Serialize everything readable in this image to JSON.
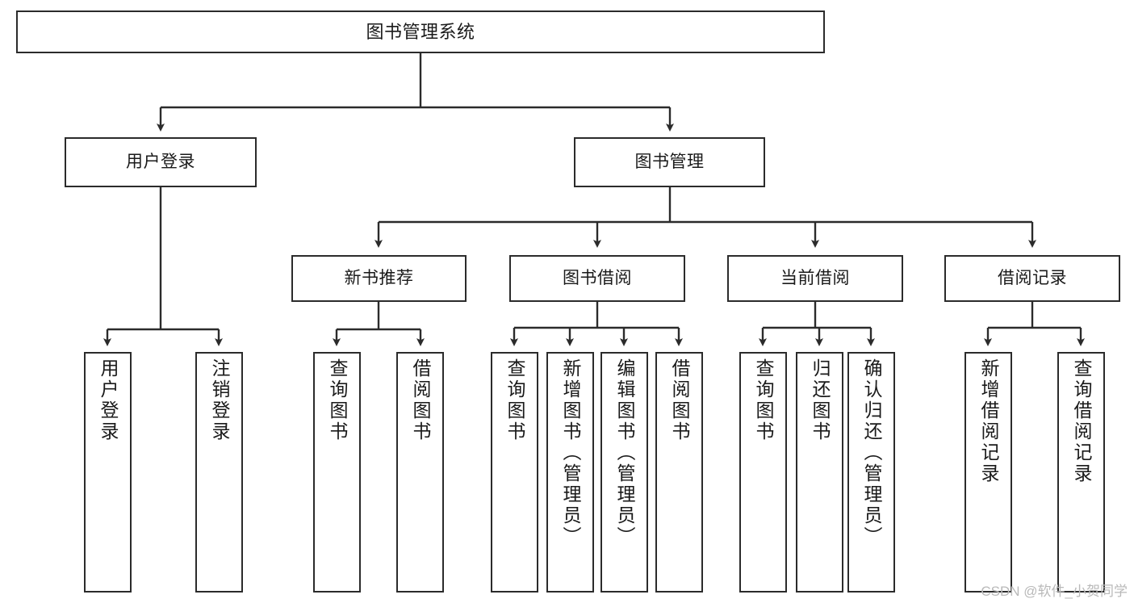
{
  "diagram": {
    "type": "hierarchy-tree",
    "title": "图书管理系统",
    "watermark": "CSDN @软件_小贺同学",
    "colors": {
      "border": "#2b2b2b",
      "background": "#ffffff",
      "text": "#1a1a1a",
      "watermark": "#b9b9b9"
    },
    "nodes": {
      "root": {
        "label": "图书管理系统"
      },
      "level2": [
        {
          "id": "user-login",
          "label": "用户登录"
        },
        {
          "id": "book-manage",
          "label": "图书管理"
        }
      ],
      "level3": [
        {
          "id": "new-book-recommend",
          "label": "新书推荐"
        },
        {
          "id": "book-borrow",
          "label": "图书借阅"
        },
        {
          "id": "current-borrow",
          "label": "当前借阅"
        },
        {
          "id": "borrow-record",
          "label": "借阅记录"
        }
      ],
      "leaves": {
        "user-login": [
          {
            "id": "leaf-user-login",
            "label": "用户登录"
          },
          {
            "id": "leaf-logout-login",
            "label": "注销登录"
          }
        ],
        "new-book-recommend": [
          {
            "id": "leaf-query-book-1",
            "label": "查询图书"
          },
          {
            "id": "leaf-borrow-book-1",
            "label": "借阅图书"
          }
        ],
        "book-borrow": [
          {
            "id": "leaf-query-book-2",
            "label": "查询图书"
          },
          {
            "id": "leaf-add-book",
            "label": "新增图书（管理员）"
          },
          {
            "id": "leaf-edit-book",
            "label": "编辑图书（管理员）"
          },
          {
            "id": "leaf-borrow-book-2",
            "label": "借阅图书"
          }
        ],
        "current-borrow": [
          {
            "id": "leaf-query-book-3",
            "label": "查询图书"
          },
          {
            "id": "leaf-return-book",
            "label": "归还图书"
          },
          {
            "id": "leaf-confirm-return",
            "label": "确认归还（管理员）"
          }
        ],
        "borrow-record": [
          {
            "id": "leaf-add-record",
            "label": "新增借阅记录"
          },
          {
            "id": "leaf-query-record",
            "label": "查询借阅记录"
          }
        ]
      }
    }
  }
}
